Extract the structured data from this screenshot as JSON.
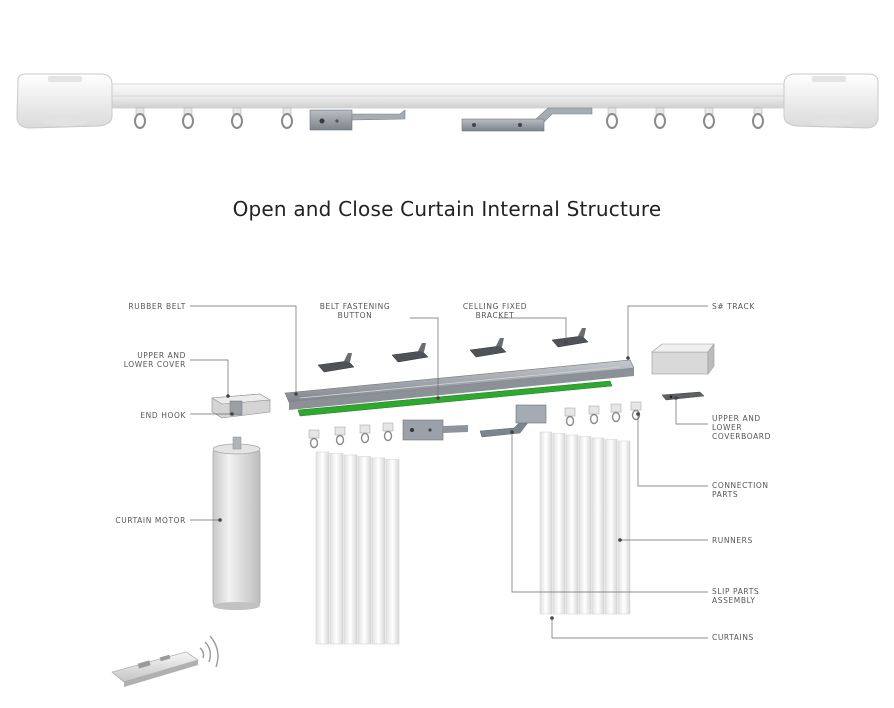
{
  "title": "Open and Close Curtain Internal Structure",
  "labels": {
    "rubber_belt": "RUBBER BELT",
    "upper_lower_cover_1": "UPPER AND",
    "upper_lower_cover_2": "LOWER COVER",
    "end_hook": "END HOOK",
    "curtain_motor": "CURTAIN MOTOR",
    "belt_fastening_1": "BELT FASTENING",
    "belt_fastening_2": "BUTTON",
    "ceiling_bracket_1": "CELLING FIXED",
    "ceiling_bracket_2": "BRACKET",
    "track": "S# TRACK",
    "coverboard_1": "UPPER AND",
    "coverboard_2": "LOWER",
    "coverboard_3": "COVERBOARD",
    "connection_1": "CONNECTION",
    "connection_2": "PARTS",
    "runners": "RUNNERS",
    "slip_parts_1": "SLIP PARTS",
    "slip_parts_2": "ASSEMBLY",
    "curtains": "CURTAINS"
  },
  "colors": {
    "belt": "#2fa82f",
    "track": "#a9adb2",
    "metal": "#8e959c",
    "rail_white": "#f4f4f4",
    "leader": "#6a6a6a"
  }
}
